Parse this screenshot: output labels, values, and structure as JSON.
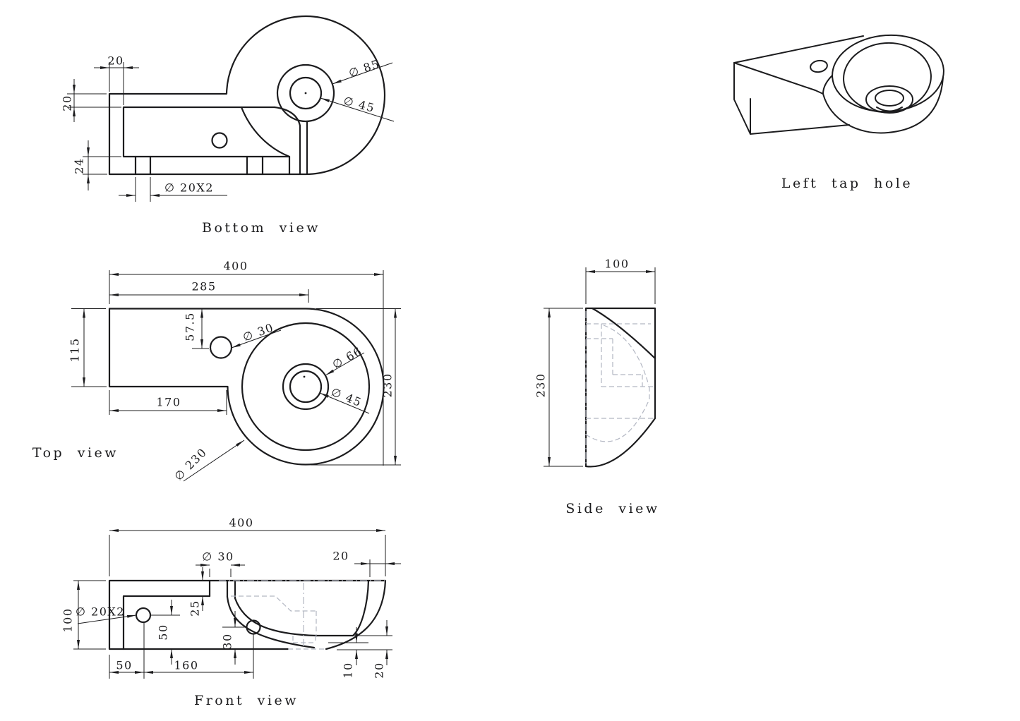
{
  "drawing": {
    "views": {
      "bottom": {
        "title": "Bottom view",
        "dims": {
          "t20": "20",
          "l20": "20",
          "l24": "24",
          "hole": "∅ 20X2",
          "d85": "∅ 85",
          "d45": "∅ 45"
        }
      },
      "top": {
        "title": "Top view",
        "dims": {
          "w400": "400",
          "w285": "285",
          "h115": "115",
          "h575": "57.5",
          "d30": "∅ 30",
          "d66": "∅ 66",
          "d45": "∅ 45",
          "w170": "170",
          "h230": "230",
          "d230": "∅ 230"
        }
      },
      "side": {
        "title": "Side view",
        "dims": {
          "w100": "100",
          "h230": "230"
        }
      },
      "front": {
        "title": "Front view",
        "dims": {
          "w400": "400",
          "d30": "∅ 30",
          "t20": "20",
          "h100": "100",
          "hole": "∅ 20X2",
          "v25": "25",
          "v50": "50",
          "v30": "30",
          "b50": "50",
          "b160": "160",
          "r10": "10",
          "r20": "20"
        }
      },
      "iso": {
        "title": "Left tap hole"
      }
    },
    "colors": {
      "line": "#1c1c1e",
      "hidden": "#b2b6c2",
      "background": "#ffffff"
    }
  }
}
